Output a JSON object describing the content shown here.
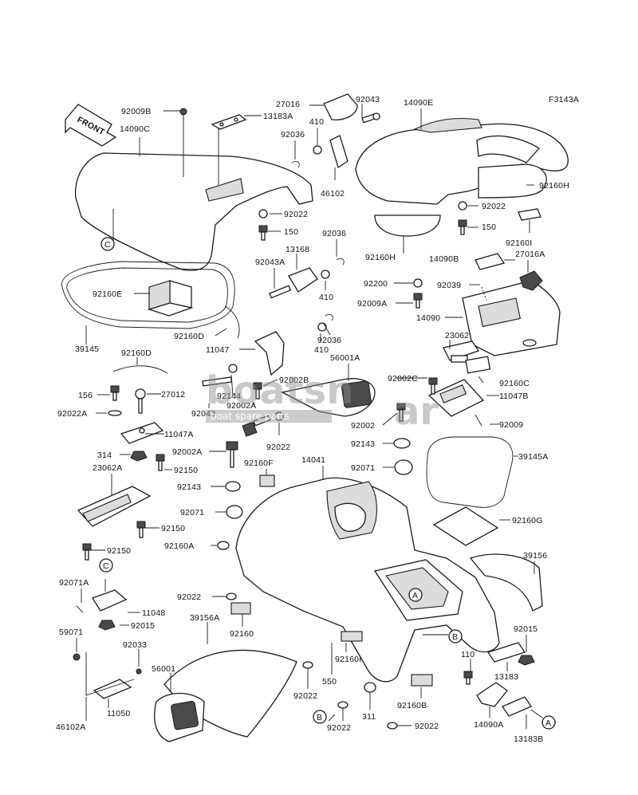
{
  "figure_code": "F3143A",
  "front_arrow_text": "FRONT",
  "watermark": {
    "brand": "boatsn",
    "tld": "ar",
    "tagline": "boat spare parts"
  },
  "labels": [
    {
      "id": "92009B",
      "text": "92009B"
    },
    {
      "id": "14090C",
      "text": "14090C"
    },
    {
      "id": "13183A",
      "text": "13183A"
    },
    {
      "id": "27016",
      "text": "27016"
    },
    {
      "id": "92043_top",
      "text": "92043"
    },
    {
      "id": "410_a",
      "text": "410"
    },
    {
      "id": "92036_a",
      "text": "92036"
    },
    {
      "id": "14090E",
      "text": "14090E"
    },
    {
      "id": "92022_a",
      "text": "92022"
    },
    {
      "id": "46102",
      "text": "46102"
    },
    {
      "id": "92160H_r",
      "text": "92160H"
    },
    {
      "id": "92022_b",
      "text": "92022"
    },
    {
      "id": "150_a",
      "text": "150"
    },
    {
      "id": "92036_b",
      "text": "92036"
    },
    {
      "id": "150_b",
      "text": "150"
    },
    {
      "id": "92160I_a",
      "text": "92160I"
    },
    {
      "id": "13168",
      "text": "13168"
    },
    {
      "id": "92043A",
      "text": "92043A"
    },
    {
      "id": "92160H_l",
      "text": "92160H"
    },
    {
      "id": "14090B",
      "text": "14090B"
    },
    {
      "id": "27016A",
      "text": "27016A"
    },
    {
      "id": "92160E",
      "text": "92160E"
    },
    {
      "id": "410_b",
      "text": "410"
    },
    {
      "id": "92200",
      "text": "92200"
    },
    {
      "id": "92039",
      "text": "92039"
    },
    {
      "id": "92009A",
      "text": "92009A"
    },
    {
      "id": "14090",
      "text": "14090"
    },
    {
      "id": "92160D_a",
      "text": "92160D"
    },
    {
      "id": "92036_c",
      "text": "92036"
    },
    {
      "id": "11047",
      "text": "11047"
    },
    {
      "id": "410_c",
      "text": "410"
    },
    {
      "id": "39145",
      "text": "39145"
    },
    {
      "id": "92160D_b",
      "text": "92160D"
    },
    {
      "id": "56001A",
      "text": "56001A"
    },
    {
      "id": "23062",
      "text": "23062"
    },
    {
      "id": "92002B",
      "text": "92002B"
    },
    {
      "id": "92002C",
      "text": "92002C"
    },
    {
      "id": "92160C",
      "text": "92160C"
    },
    {
      "id": "156",
      "text": "156"
    },
    {
      "id": "27012",
      "text": "27012"
    },
    {
      "id": "92144",
      "text": "92144"
    },
    {
      "id": "92002A_a",
      "text": "92002A"
    },
    {
      "id": "11047B",
      "text": "11047B"
    },
    {
      "id": "92022A",
      "text": "92022A"
    },
    {
      "id": "92043_mid",
      "text": "92043"
    },
    {
      "id": "92009",
      "text": "92009"
    },
    {
      "id": "11047A",
      "text": "11047A"
    },
    {
      "id": "92022_c",
      "text": "92022"
    },
    {
      "id": "92002",
      "text": "92002"
    },
    {
      "id": "92002A_b",
      "text": "92002A"
    },
    {
      "id": "314",
      "text": "314"
    },
    {
      "id": "92143_a",
      "text": "92143"
    },
    {
      "id": "92150_a",
      "text": "92150"
    },
    {
      "id": "92160F",
      "text": "92160F"
    },
    {
      "id": "14041",
      "text": "14041"
    },
    {
      "id": "39145A",
      "text": "39145A"
    },
    {
      "id": "23062A",
      "text": "23062A"
    },
    {
      "id": "92071_a",
      "text": "92071"
    },
    {
      "id": "92143_b",
      "text": "92143"
    },
    {
      "id": "92150_b",
      "text": "92150"
    },
    {
      "id": "92071_b",
      "text": "92071"
    },
    {
      "id": "92160G",
      "text": "92160G"
    },
    {
      "id": "92150_c",
      "text": "92150"
    },
    {
      "id": "92160A",
      "text": "92160A"
    },
    {
      "id": "39156",
      "text": "39156"
    },
    {
      "id": "92071A",
      "text": "92071A"
    },
    {
      "id": "92022_d",
      "text": "92022"
    },
    {
      "id": "11048",
      "text": "11048"
    },
    {
      "id": "92015_a",
      "text": "92015"
    },
    {
      "id": "39156A",
      "text": "39156A"
    },
    {
      "id": "92160",
      "text": "92160"
    },
    {
      "id": "92015_b",
      "text": "92015"
    },
    {
      "id": "59071",
      "text": "59071"
    },
    {
      "id": "92033",
      "text": "92033"
    },
    {
      "id": "110",
      "text": "110"
    },
    {
      "id": "92160I_b",
      "text": "92160I"
    },
    {
      "id": "13183",
      "text": "13183"
    },
    {
      "id": "56001",
      "text": "56001"
    },
    {
      "id": "550",
      "text": "550"
    },
    {
      "id": "92022_e",
      "text": "92022"
    },
    {
      "id": "11050",
      "text": "11050"
    },
    {
      "id": "92160B",
      "text": "92160B"
    },
    {
      "id": "311",
      "text": "311"
    },
    {
      "id": "14090A",
      "text": "14090A"
    },
    {
      "id": "46102A",
      "text": "46102A"
    },
    {
      "id": "92022_f",
      "text": "92022"
    },
    {
      "id": "92022_g",
      "text": "92022"
    },
    {
      "id": "13183B",
      "text": "13183B"
    }
  ],
  "callouts": [
    {
      "id": "C_top",
      "letter": "C"
    },
    {
      "id": "C_low",
      "letter": "C"
    },
    {
      "id": "A_hull",
      "letter": "A"
    },
    {
      "id": "B_hull",
      "letter": "B"
    },
    {
      "id": "B_low",
      "letter": "B"
    },
    {
      "id": "A_low",
      "letter": "A"
    }
  ]
}
